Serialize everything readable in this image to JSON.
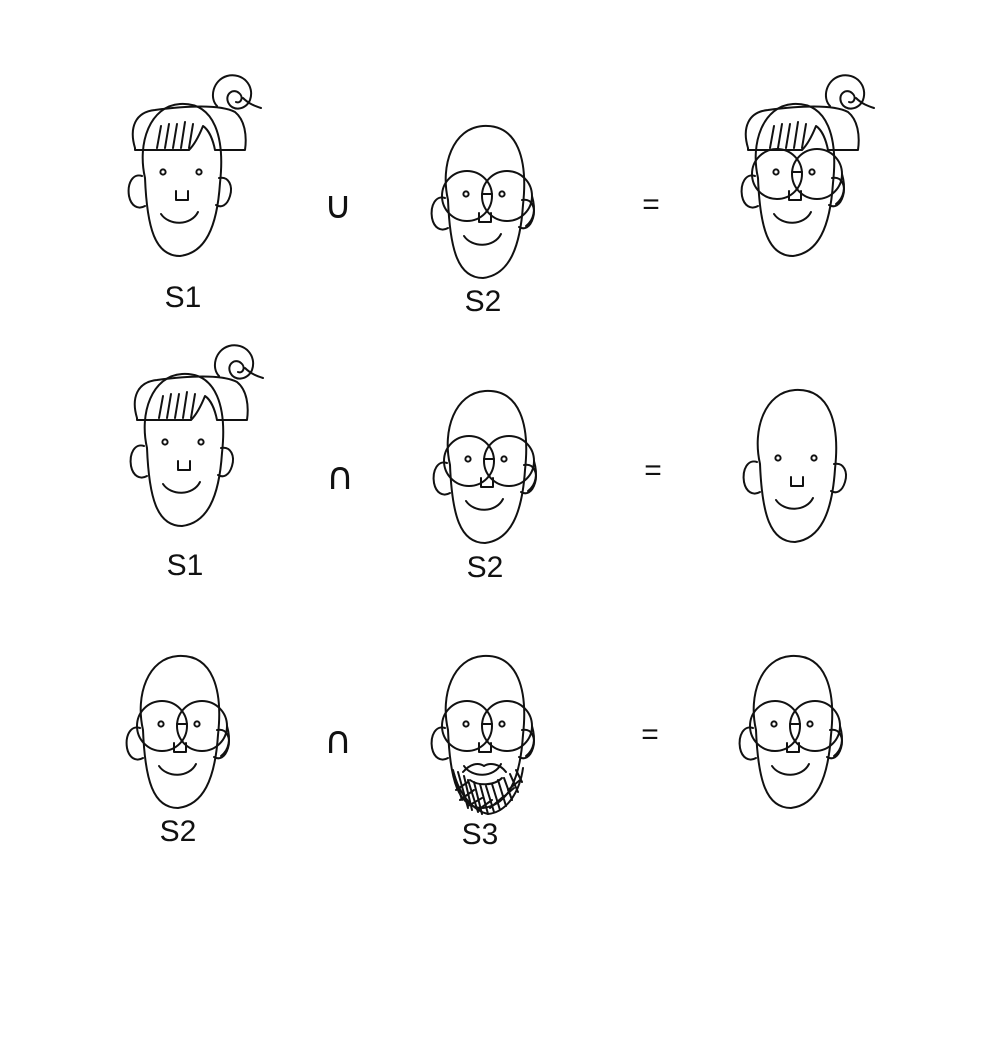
{
  "rows": [
    {
      "left_label": "S1",
      "operator": "∪",
      "right_label": "S2",
      "equals": "="
    },
    {
      "left_label": "S1",
      "operator": "∩",
      "right_label": "S2",
      "equals": "="
    },
    {
      "left_label": "S2",
      "operator": "∩",
      "right_label": "S3",
      "equals": "="
    }
  ],
  "colors": {
    "ink": "#111111",
    "background": "#ffffff"
  },
  "icons": {
    "faces": [
      "face-hair-bun-icon",
      "face-glasses-icon",
      "face-hair-glasses-icon",
      "face-plain-icon",
      "face-glasses-beard-icon"
    ]
  }
}
